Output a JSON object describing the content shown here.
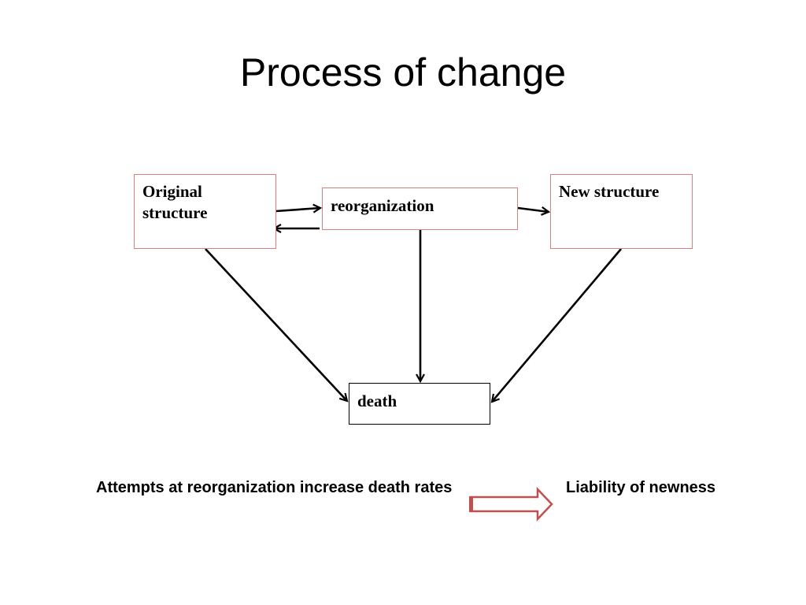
{
  "slide": {
    "title": "Process of change"
  },
  "diagram": {
    "boxes": {
      "original": "Original structure",
      "reorganization": "reorganization",
      "new_structure": "New structure",
      "death": "death"
    },
    "colors": {
      "box_border": "#d9807e",
      "death_border": "#000000",
      "arrow": "#000000",
      "block_arrow_stroke": "#c0504d"
    }
  },
  "footer": {
    "left_text": "Attempts at reorganization increase death rates",
    "right_text": "Liability of newness"
  }
}
